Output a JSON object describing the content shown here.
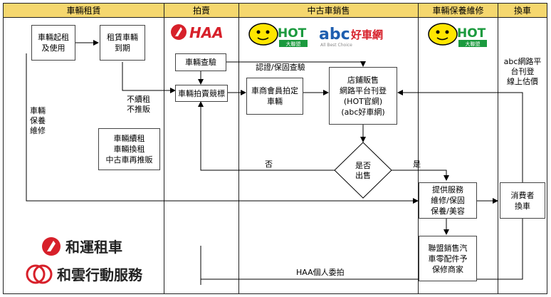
{
  "lanes": [
    "車輛租賃",
    "拍賣",
    "中古車銷售",
    "車輛保養維修",
    "換車"
  ],
  "boxes": {
    "rent_use": "車輛起租\n及使用",
    "lease_expire": "租賃車輛\n到期",
    "renew": "車輛續租\n車輛換租\n中古車再推販",
    "inspection": "車輛查驗",
    "auction": "車輛拍賣競標",
    "dealer_bid": "車商會員拍定\n車輛",
    "store_sale": "店鋪販售\n網路平台刊登\n(HOT官網)\n(abc好車網)",
    "decision": "是否\n出售",
    "service": "提供服務\n維修/保固\n保養/美容",
    "parts": "聯盟銷售汽\n車零配件予\n保修商家",
    "consumer": "消費者\n換車"
  },
  "labels": {
    "no_renew": "不續租\n不推販",
    "maintenance": "車輛\n保養\n維修",
    "certify": "認證/保固查驗",
    "no": "否",
    "yes": "是",
    "abc_platform": "abc網路平\n台刊登\n線上估價",
    "haa_personal": "HAA個人委拍"
  },
  "logos": {
    "haa": "HAA",
    "hot": "HOT",
    "hot_sub": "大聯盟",
    "abc": "abc",
    "abc_cn": "好車網",
    "abc_tag": "All Best Choice",
    "company1": "和運租車",
    "company2": "和雲行動服務"
  },
  "colors": {
    "lane_header": "#f5d76e",
    "brand_red": "#d7202a",
    "hot_yellow": "#ffe600",
    "hot_green": "#1b9a3e",
    "abc_blue": "#1f5fb0"
  }
}
